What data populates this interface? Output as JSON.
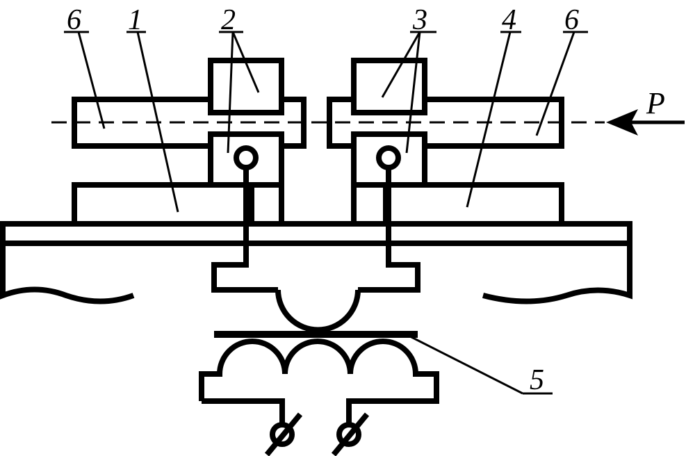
{
  "diagram": {
    "labels": {
      "six_left": "6",
      "one": "1",
      "two": "2",
      "three": "3",
      "four": "4",
      "six_right": "6",
      "five": "5",
      "force": "P"
    },
    "colors": {
      "line": "#000000",
      "background": "#ffffff"
    }
  }
}
